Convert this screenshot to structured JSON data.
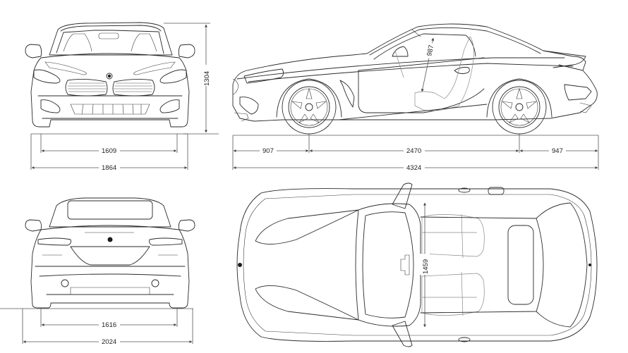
{
  "diagram": {
    "subject": "Roadster dimensional drawing",
    "units": "mm",
    "views": {
      "front": {
        "height_label": "1304",
        "track_label": "1609",
        "width_label": "1864"
      },
      "side": {
        "front_overhang_label": "907",
        "wheelbase_label": "2470",
        "rear_overhang_label": "947",
        "length_label": "4324",
        "headroom_label": "987"
      },
      "rear": {
        "track_label": "1616",
        "width_mirrors_label": "2024"
      },
      "top": {
        "interior_width_label": "1459"
      }
    }
  }
}
